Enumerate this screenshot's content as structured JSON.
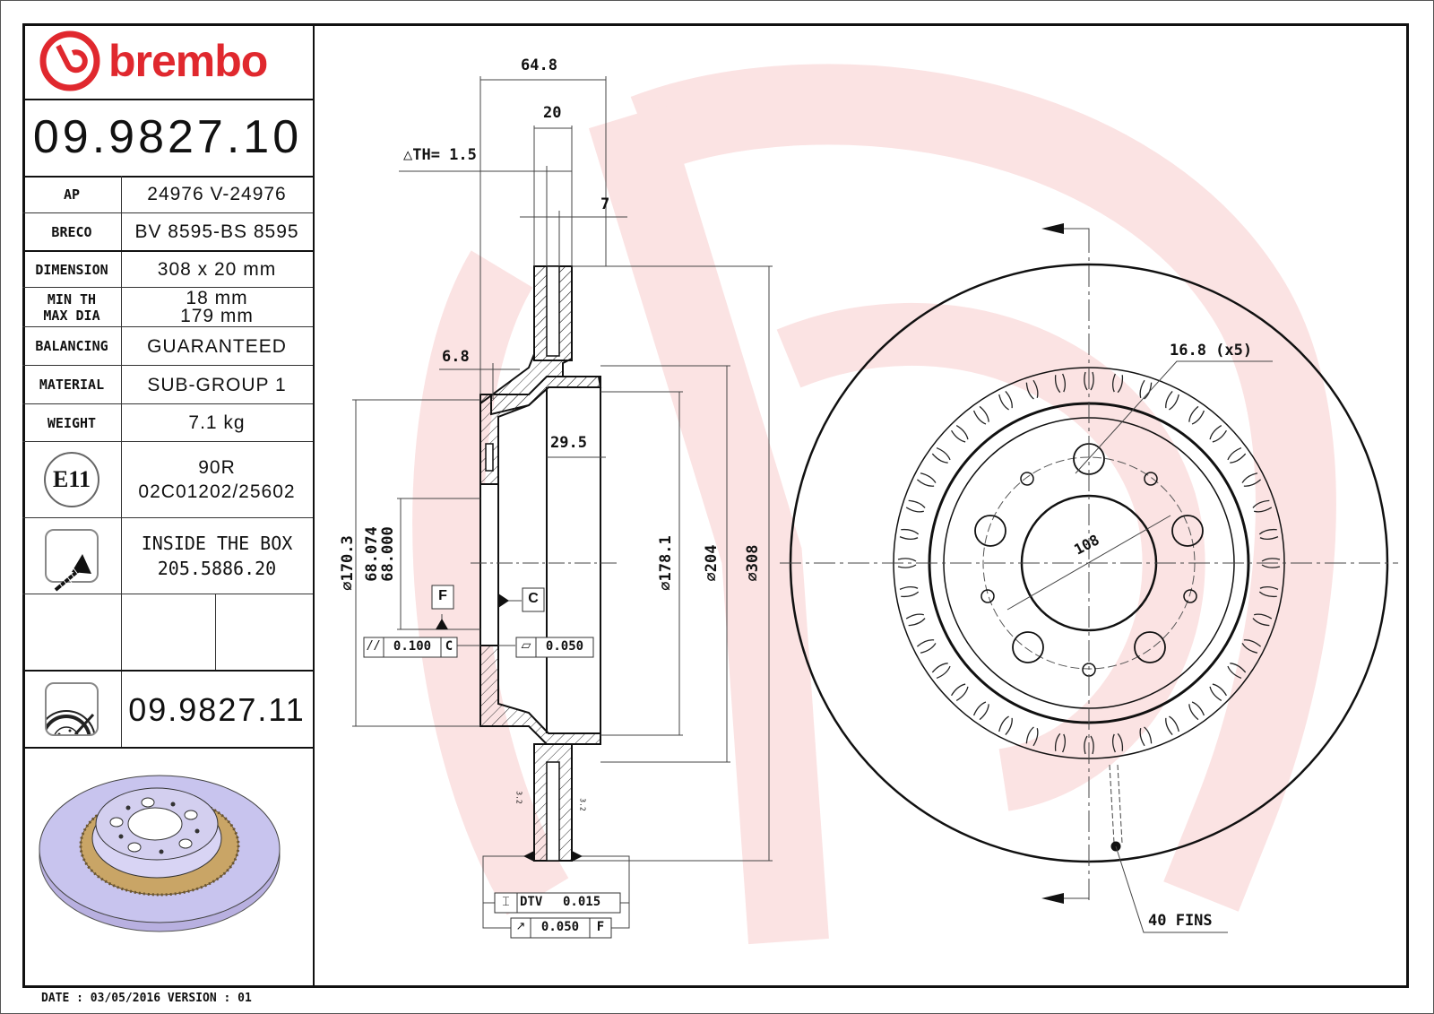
{
  "brand": {
    "name": "brembo",
    "color": "#e0282e",
    "watermark_color": "#fbe3e3"
  },
  "title_block": {
    "part_number": "09.9827.10",
    "rows": [
      {
        "label": "AP",
        "value": "24976 V-24976"
      },
      {
        "label": "BRECO",
        "value": "BV 8595-BS 8595"
      },
      {
        "label": "DIMENSION",
        "value": "308 x 20 mm"
      },
      {
        "label": "MIN TH\nMAX DIA",
        "value": "18 mm\n179 mm"
      },
      {
        "label": "BALANCING",
        "value": "GUARANTEED"
      },
      {
        "label": "MATERIAL",
        "value": "SUB-GROUP 1"
      },
      {
        "label": "WEIGHT",
        "value": "7.1 kg"
      }
    ],
    "approval": {
      "icon": "E11",
      "value": "90R\n02C01202/25602"
    },
    "screws": {
      "icon": "screw-icon",
      "value": "INSIDE THE BOX\n205.5886.20"
    },
    "coated_version": {
      "icon": "disc-coating-icon",
      "part_number": "09.9827.11"
    },
    "footer": "DATE : 03/05/2016 VERSION : 01"
  },
  "section_view": {
    "dims": {
      "overall_width": "64.8",
      "thickness": "20",
      "delta_th": "△TH= 1.5",
      "vent_offset": "7",
      "hat_thickness": "6.8",
      "hat_depth": "29.5",
      "dia_170": "⌀170.3",
      "dia_68": "⌀68.074\n68.000",
      "dia_68_top": "68.074",
      "dia_68_bot": "68.000",
      "dia_178": "⌀178.1",
      "dia_204": "⌀204",
      "dia_308": "⌀308"
    },
    "datums": {
      "f": "F",
      "c": "C"
    },
    "tolerances": {
      "parallel": {
        "symbol": "//",
        "value": "0.100",
        "datum": "C"
      },
      "flatness": {
        "symbol": "▱",
        "value": "0.050"
      },
      "dtv": {
        "symbol": "⌶",
        "label": "DTV",
        "value": "0.015"
      },
      "runout": {
        "symbol": "↗",
        "value": "0.050",
        "datum": "F"
      }
    },
    "roughness": "3.2"
  },
  "front_view": {
    "bolt_hole": "16.8 (x5)",
    "pcd": "108",
    "fins": "40 FINS"
  }
}
